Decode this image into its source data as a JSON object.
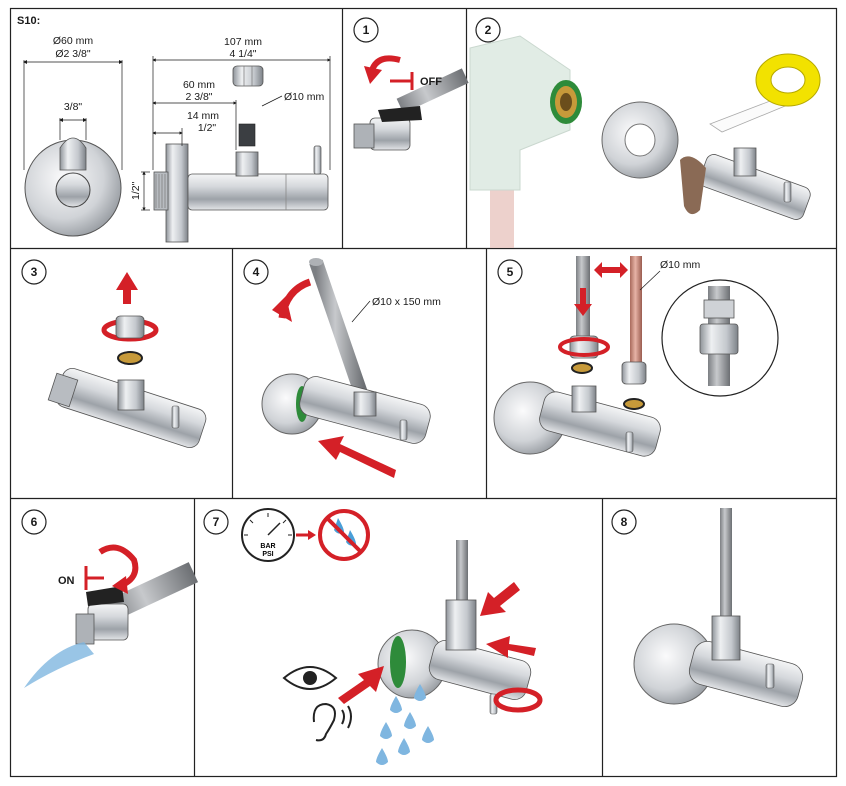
{
  "sheet": {
    "code": "S10:"
  },
  "dimensions": {
    "flange_dia_mm": "Ø60 mm",
    "flange_dia_in": "Ø2 3/8\"",
    "nut_size": "3/8\"",
    "total_len_mm": "107 mm",
    "total_len_in": "4 1/4\"",
    "body_len_mm": "60 mm",
    "body_len_in": "2 3/8\"",
    "outlet_mm": "Ø10 mm",
    "thread_mm": "14 mm",
    "thread_in": "1/2\"",
    "height_in": "1/2\""
  },
  "steps": {
    "s1": {
      "num": "1",
      "label": "OFF"
    },
    "s2": {
      "num": "2"
    },
    "s3": {
      "num": "3"
    },
    "s4": {
      "num": "4",
      "label": "Ø10 x 150 mm"
    },
    "s5": {
      "num": "5",
      "label": "Ø10 mm"
    },
    "s6": {
      "num": "6",
      "label": "ON"
    },
    "s7": {
      "num": "7",
      "gauge_top": "BAR",
      "gauge_bottom": "PSI"
    },
    "s8": {
      "num": "8"
    }
  },
  "colors": {
    "arrow_red": "#d42027",
    "chrome": "#c9cdd2",
    "chrome_dark": "#6f747a",
    "pipe_grey": "#9a9da1",
    "copper": "#c98a7a",
    "water": "#7fb6e0",
    "tape_yellow": "#f2e200",
    "seal_green": "#2e8b3a"
  },
  "icons": [
    "valve-icon",
    "rotate-arrow-icon",
    "eye-icon",
    "ear-icon",
    "pressure-gauge-icon",
    "no-water-icon",
    "water-drop-icon"
  ]
}
